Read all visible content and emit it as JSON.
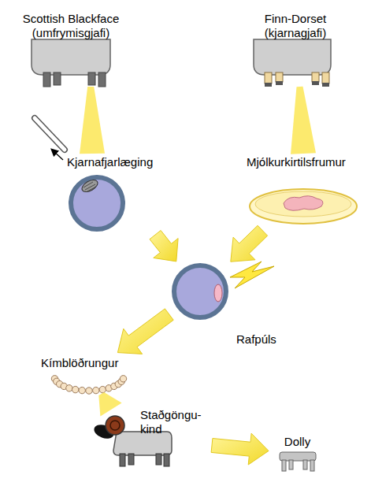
{
  "diagram": {
    "nodes": [
      {
        "text": [
          "Scottish Blackface (umfrymisgjafi)"
        ]
      },
      {
        "text": [
          "Finn-Dorset (kjarnagjafi)"
        ]
      },
      {
        "text": [
          "Kjarnafjarlæging"
        ]
      },
      {
        "text": [
          "Mjólkurkirtilsfrumur"
        ]
      },
      {
        "text": [
          "Rafpúls"
        ]
      },
      {
        "text": [
          "Kímblöðrungur"
        ]
      },
      {
        "text": [
          "Staðgöngu- kind"
        ]
      },
      {
        "text": [
          "Dolly"
        ]
      }
    ],
    "edges": [
      {
        "from": 0,
        "to": 2,
        "arrow": "none"
      },
      {
        "from": 1,
        "to": 3,
        "arrow": "none"
      },
      {
        "from": 2,
        "to": 4,
        "arrow": "to"
      },
      {
        "from": 3,
        "to": 4,
        "arrow": "to"
      },
      {
        "from": 4,
        "to": 5,
        "arrow": "to"
      },
      {
        "from": 5,
        "to": 6,
        "arrow": "none"
      },
      {
        "from": 6,
        "to": 7,
        "arrow": "to"
      }
    ]
  }
}
